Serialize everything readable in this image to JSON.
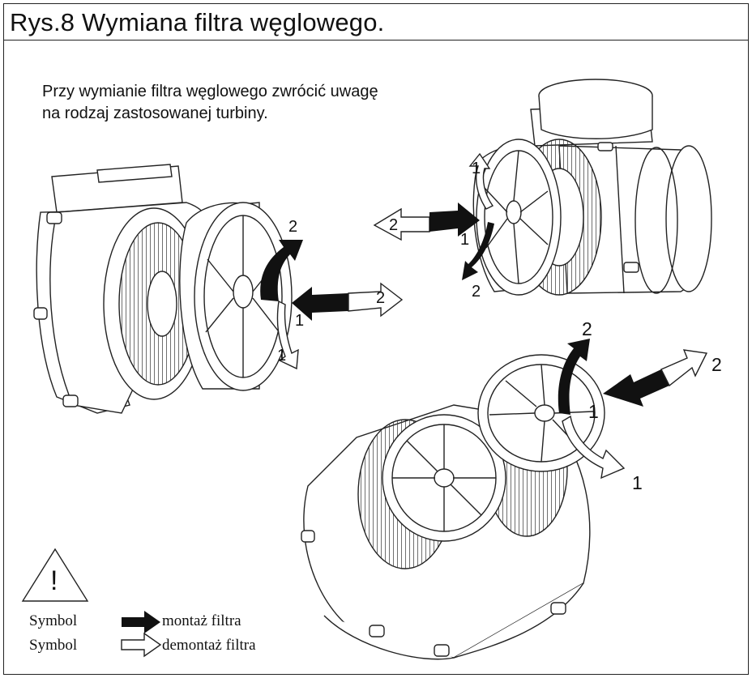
{
  "title": "Rys.8 Wymiana filtra węglowego.",
  "instruction": {
    "line1": "Przy wymianie filtra węglowego zwrócić uwagę",
    "line2": "na rodzaj zastosowanej turbiny."
  },
  "step_labels": {
    "one": "1",
    "two": "2"
  },
  "legend": {
    "warning_mark": "!",
    "filled": {
      "symbol": "Symbol",
      "label": "montaż filtra"
    },
    "outline": {
      "symbol": "Symbol",
      "label": "demontaż filtra"
    }
  },
  "colors": {
    "ink": "#111111",
    "paper": "#ffffff",
    "line": "#222222"
  },
  "icons": [
    "warning-triangle-icon",
    "filled-arrow-icon",
    "outline-arrow-icon"
  ]
}
